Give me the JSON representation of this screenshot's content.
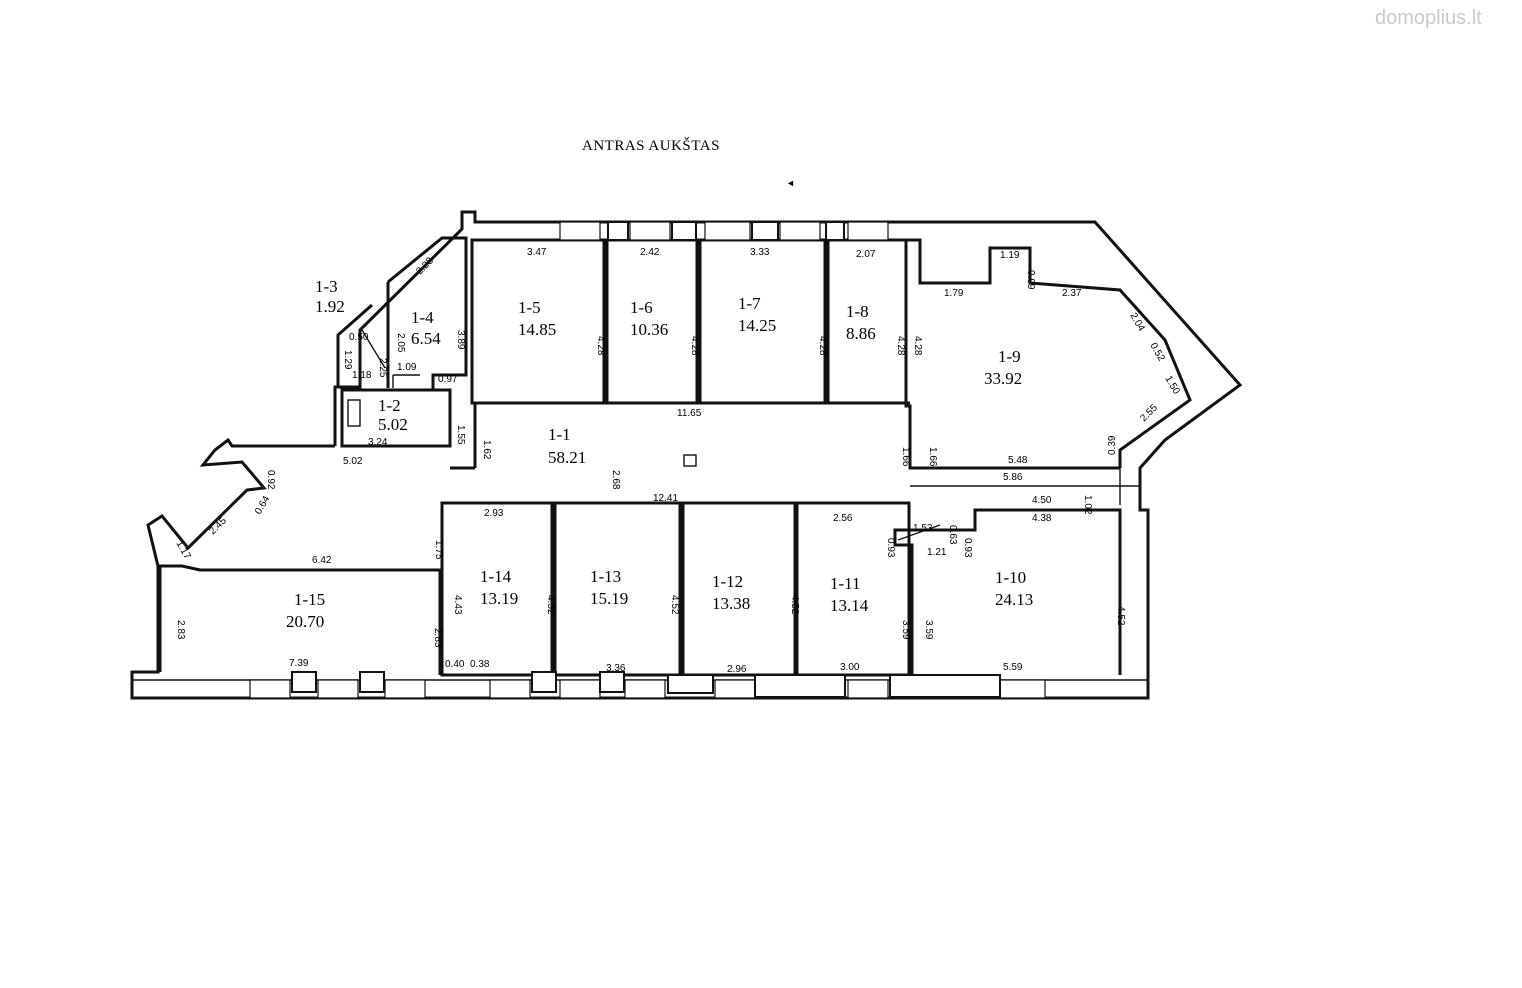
{
  "title": "ANTRAS AUKŠTAS",
  "watermark": "domoplius.lt",
  "rooms": [
    {
      "id": "1-1",
      "area": "58.21"
    },
    {
      "id": "1-2",
      "area": "5.02"
    },
    {
      "id": "1-3",
      "area": "1.92"
    },
    {
      "id": "1-4",
      "area": "6.54"
    },
    {
      "id": "1-5",
      "area": "14.85"
    },
    {
      "id": "1-6",
      "area": "10.36"
    },
    {
      "id": "1-7",
      "area": "14.25"
    },
    {
      "id": "1-8",
      "area": "8.86"
    },
    {
      "id": "1-9",
      "area": "33.92"
    },
    {
      "id": "1-10",
      "area": "24.13"
    },
    {
      "id": "1-11",
      "area": "13.14"
    },
    {
      "id": "1-12",
      "area": "13.38"
    },
    {
      "id": "1-13",
      "area": "15.19"
    },
    {
      "id": "1-14",
      "area": "13.19"
    },
    {
      "id": "1-15",
      "area": "20.70"
    }
  ],
  "dimensions": [
    "3.47",
    "2.42",
    "3.33",
    "2.07",
    "1.19",
    "0.99",
    "1.79",
    "2.37",
    "2.04",
    "0.52",
    "1.50",
    "2.55",
    "0.39",
    "2.28",
    "3.89",
    "4.28",
    "4.28",
    "4.28",
    "4.28",
    "4.28",
    "1.29",
    "0.50",
    "2.25",
    "2.05",
    "1.09",
    "0.97",
    "1.18",
    "1.55",
    "1.62",
    "3.24",
    "5.02",
    "11.65",
    "2.68",
    "1.66",
    "1.66",
    "5.48",
    "5.86",
    "1.02",
    "0.92",
    "0.64",
    "2.45",
    "1.17",
    "12.41",
    "4.50",
    "4.38",
    "2.93",
    "2.56",
    "0.93",
    "1.53",
    "0.63",
    "0.93",
    "1.21",
    "1.75",
    "6.42",
    "4.43",
    "4.52",
    "4.52",
    "4.52",
    "3.59",
    "3.59",
    "4.52",
    "2.83",
    "2.83",
    "0.40",
    "0.38",
    "7.39",
    "3.36",
    "2.96",
    "3.00",
    "5.59"
  ]
}
